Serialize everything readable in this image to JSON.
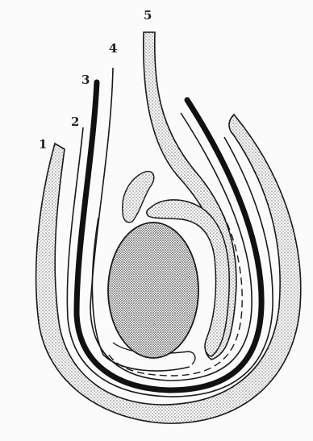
{
  "labels": [
    {
      "id": "1",
      "text": "1"
    },
    {
      "id": "2",
      "text": "2"
    },
    {
      "id": "3",
      "text": "3"
    },
    {
      "id": "4",
      "text": "4"
    },
    {
      "id": "5",
      "text": "5"
    }
  ],
  "colors": {
    "ink": "#1a1a1a",
    "paper": "#fbfbfb",
    "stipple": "#6a6a6a"
  }
}
